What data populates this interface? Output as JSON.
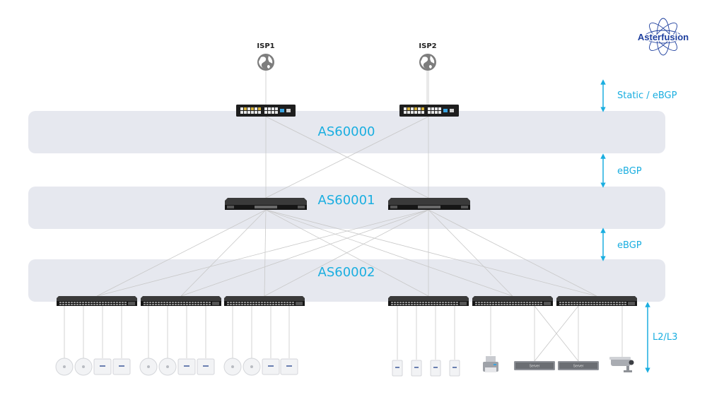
{
  "logo": {
    "text": "Asterfusion"
  },
  "isps": [
    {
      "label": "ISP1"
    },
    {
      "label": "ISP2"
    }
  ],
  "layers": [
    {
      "label": "AS60000"
    },
    {
      "label": "AS60001"
    },
    {
      "label": "AS60002"
    }
  ],
  "side_labels": [
    {
      "label": "Static / eBGP"
    },
    {
      "label": "eBGP"
    },
    {
      "label": "eBGP"
    },
    {
      "label": "L2/L3"
    }
  ],
  "servers": [
    {
      "label": "Server"
    },
    {
      "label": "Server"
    }
  ],
  "colors": {
    "band": "#e6e8ef",
    "accent": "#1aaee0",
    "link": "#c8c8c8",
    "logo": "#1e3f9e"
  },
  "icons": {
    "isp": "globe-icon",
    "border_router": "router-icon",
    "core_switch": "switch-icon",
    "access_switch": "switch-icon",
    "ap_round": "wireless-ap-icon",
    "ap_square": "wireless-ap-icon",
    "wall_ap": "wall-ap-icon",
    "printer": "printer-icon",
    "server": "server-icon",
    "camera": "camera-icon"
  }
}
